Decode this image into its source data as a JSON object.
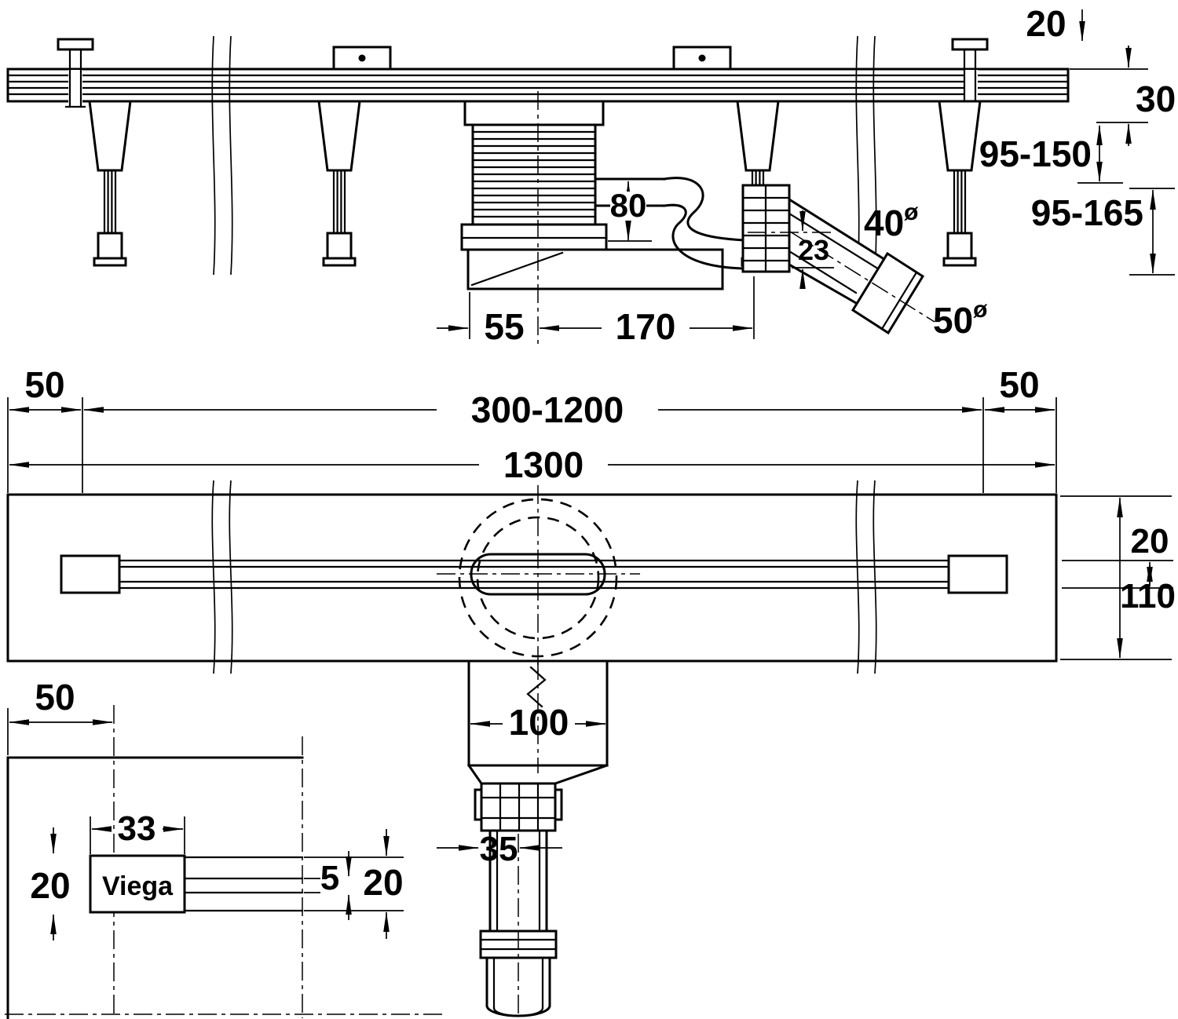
{
  "drawing": {
    "brand": "Viega",
    "kind": "shower channel installation drawing"
  },
  "elevation": {
    "dims": {
      "top_clearance": "20",
      "profile_height": "30",
      "adjust_range_upper": "95-150",
      "adjust_range_lower": "95-165",
      "inlet_height": "80",
      "outlet_drop": "23",
      "pipe_dia_40": "40",
      "pipe_dia_50": "50",
      "dia_symbol": "ø",
      "edge_to_center": "55",
      "center_to_outlet": "170"
    }
  },
  "plan": {
    "dims": {
      "end_margin_left": "50",
      "length_range": "300-1200",
      "overall_length": "1300",
      "end_margin_right": "50",
      "slot_width": "20",
      "channel_width": "110",
      "drain_body_width": "100",
      "outlet_width": "35"
    }
  },
  "detail": {
    "brand_label": "Viega",
    "dims": {
      "edge_margin": "50",
      "plate_length": "33",
      "plate_height": "20",
      "slot_gap": "5",
      "grate_height": "20"
    }
  }
}
